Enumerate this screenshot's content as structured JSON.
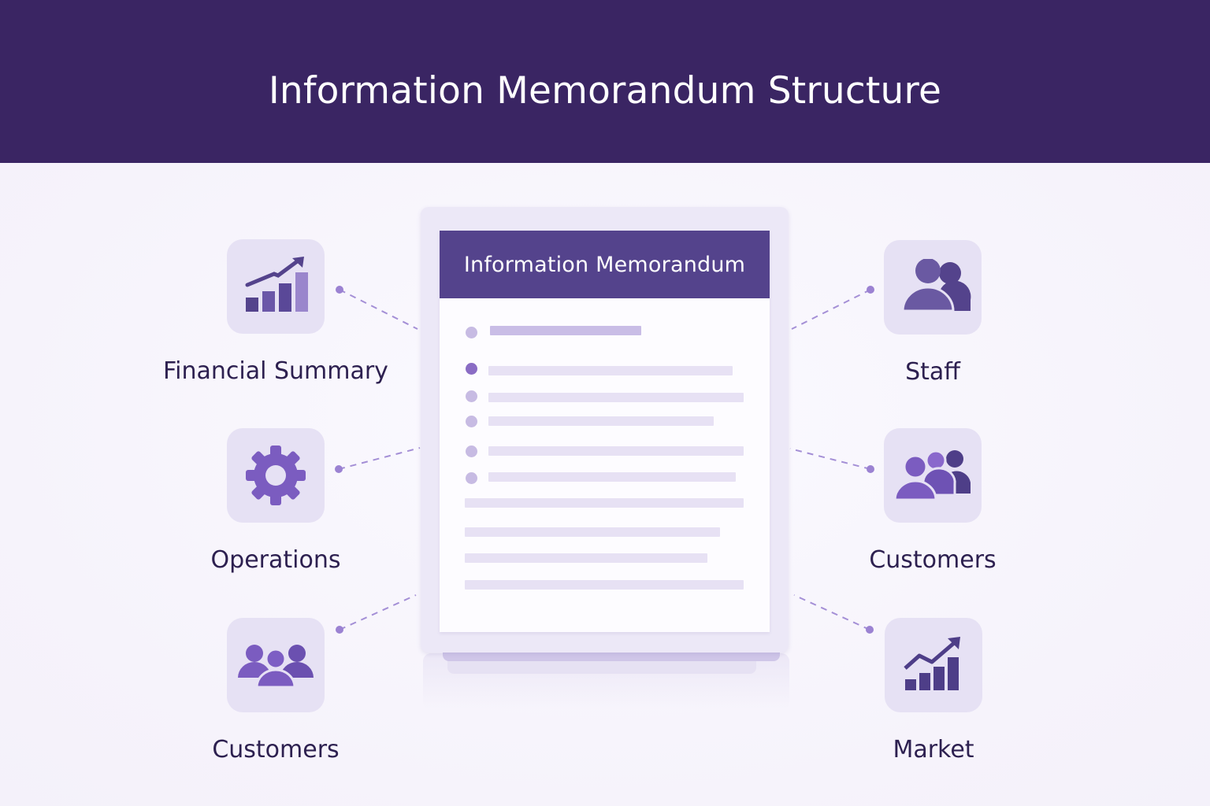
{
  "header": {
    "title": "Information Memorandum Structure"
  },
  "document": {
    "title": "Information Memorandum",
    "lines": [
      {
        "type": "heading-bullet",
        "active": false
      },
      {
        "type": "bullet",
        "active": true
      },
      {
        "type": "bullet",
        "active": false
      },
      {
        "type": "bullet",
        "active": false
      },
      {
        "type": "bullet",
        "active": false
      },
      {
        "type": "bullet",
        "active": false
      },
      {
        "type": "text"
      },
      {
        "type": "text"
      },
      {
        "type": "text"
      },
      {
        "type": "text"
      }
    ]
  },
  "sections": {
    "left": [
      {
        "label": "Financial Summary",
        "icon": "financial-chart-icon"
      },
      {
        "label": "Operations",
        "icon": "gear-icon"
      },
      {
        "label": "Customers",
        "icon": "group-three-icon"
      }
    ],
    "right": [
      {
        "label": "Staff",
        "icon": "two-people-icon"
      },
      {
        "label": "Customers",
        "icon": "group-three-icon"
      },
      {
        "label": "Market",
        "icon": "market-chart-icon"
      }
    ]
  },
  "colors": {
    "header_bg": "#3a2563",
    "doc_header_bg": "#54438c",
    "tile_bg": "#e6e1f4",
    "icon_dark": "#54438c",
    "icon_accent": "#7b5cc0",
    "connector": "#a48fd6",
    "label_text": "#2d2050"
  }
}
